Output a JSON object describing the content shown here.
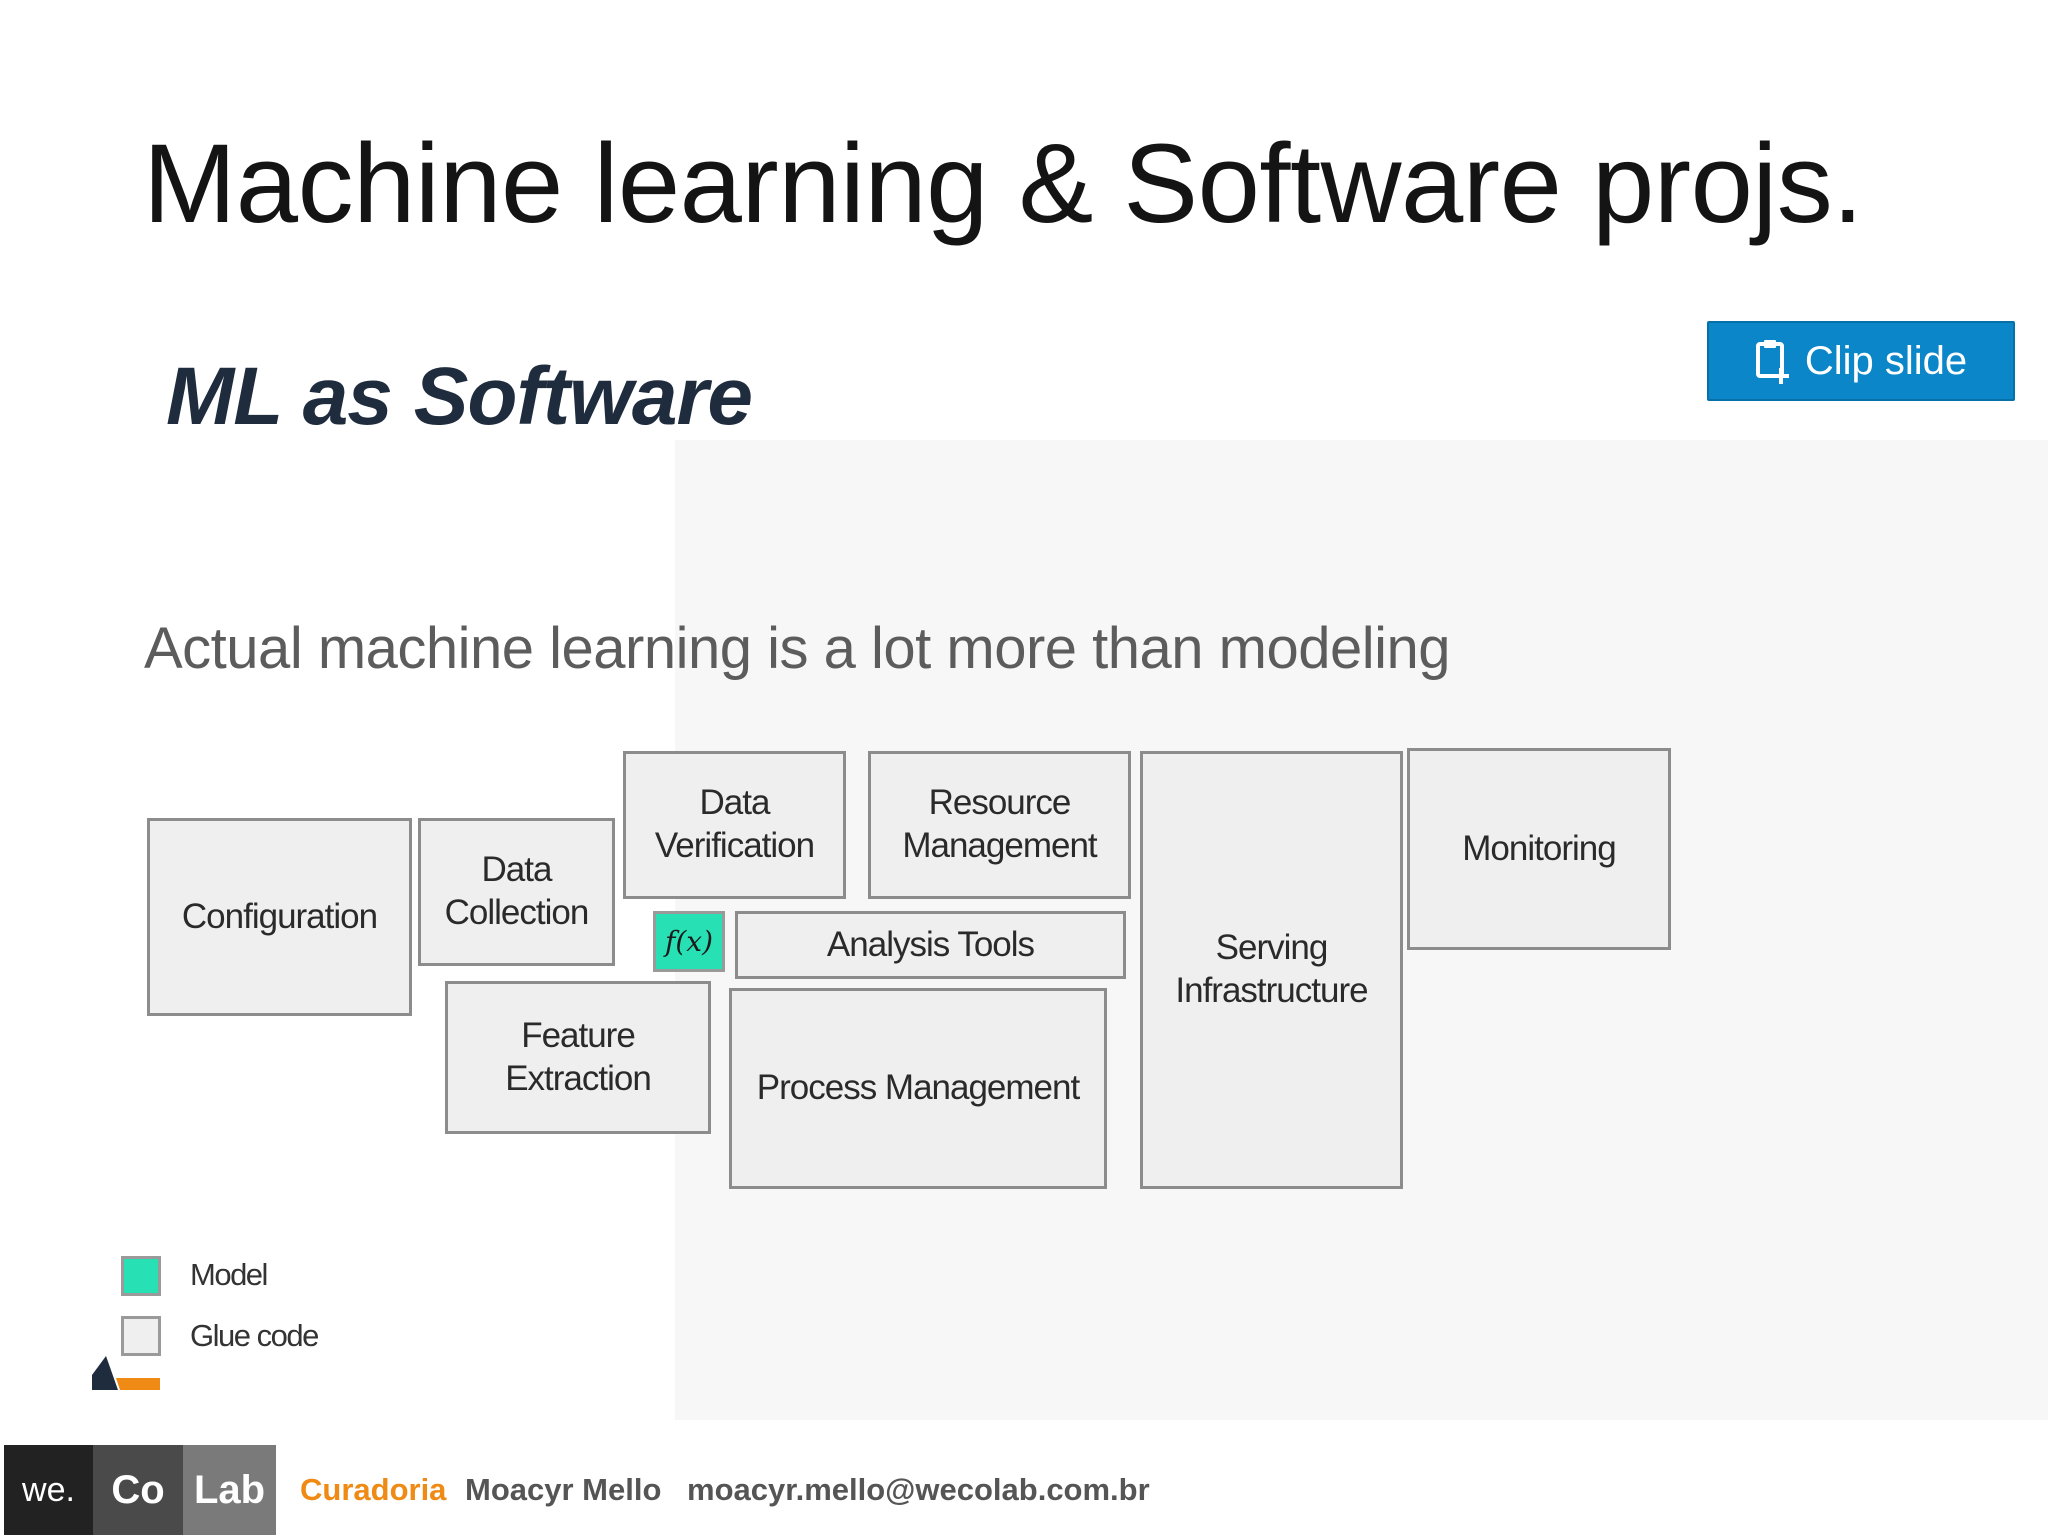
{
  "slide": {
    "title": "Machine learning & Software projs."
  },
  "clip_button": {
    "label": "Clip slide",
    "color": "#0a86c9"
  },
  "embedded_slide": {
    "heading": "ML as Software",
    "subheading": "Actual machine learning is a lot more than modeling",
    "boxes": {
      "configuration": "Configuration",
      "data_collection": "Data\nCollection",
      "data_verification": "Data\nVerification",
      "resource_management": "Resource\nManagement",
      "serving_infrastructure": "Serving\nInfrastructure",
      "monitoring": "Monitoring",
      "analysis_tools": "Analysis Tools",
      "feature_extraction": "Feature\nExtraction",
      "process_management": "Process Management",
      "model": "f(x)"
    },
    "legend": {
      "model_label": "Model",
      "model_color": "#27e0b4",
      "glue_label": "Glue code",
      "glue_color": "#efefef"
    }
  },
  "footer": {
    "logo_we": "we.",
    "logo_co": "Co",
    "logo_lab": "Lab",
    "curadoria": "Curadoria",
    "name": "Moacyr Mello",
    "email": "moacyr.mello@wecolab.com.br",
    "accent_color": "#ef8a14"
  }
}
